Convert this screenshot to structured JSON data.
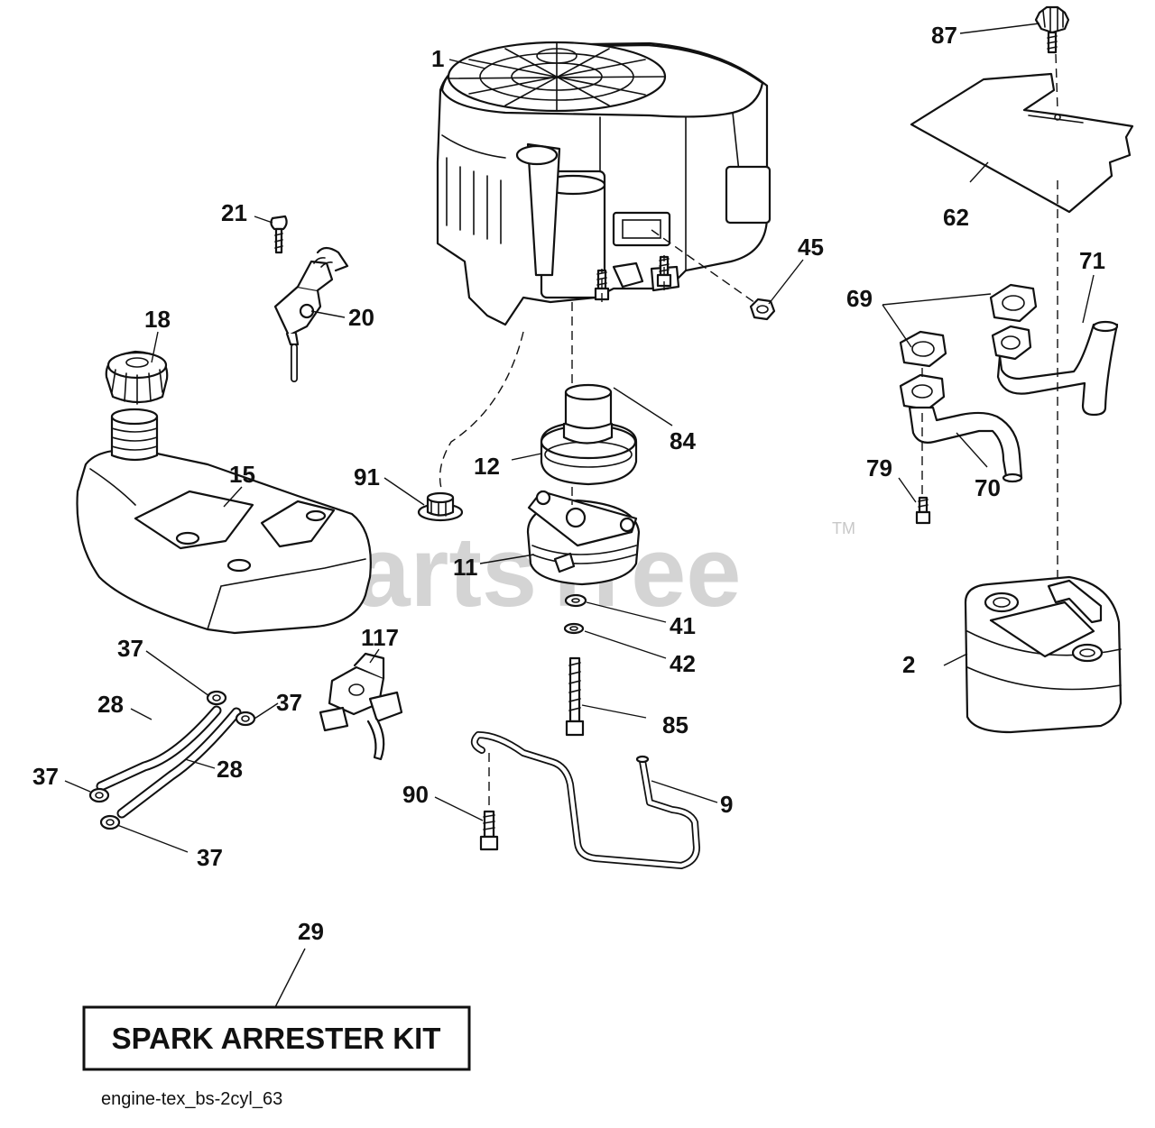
{
  "watermark": "PartsTree",
  "watermark_mark": "TM",
  "kit_label": "SPARK ARRESTER KIT",
  "caption": "engine-tex_bs-2cyl_63",
  "callouts": [
    {
      "id": "c1",
      "text": "1"
    },
    {
      "id": "c2",
      "text": "2"
    },
    {
      "id": "c9",
      "text": "9"
    },
    {
      "id": "c11",
      "text": "11"
    },
    {
      "id": "c12",
      "text": "12"
    },
    {
      "id": "c15",
      "text": "15"
    },
    {
      "id": "c18",
      "text": "18"
    },
    {
      "id": "c20",
      "text": "20"
    },
    {
      "id": "c21",
      "text": "21"
    },
    {
      "id": "c28a",
      "text": "28"
    },
    {
      "id": "c28b",
      "text": "28"
    },
    {
      "id": "c29",
      "text": "29"
    },
    {
      "id": "c37a",
      "text": "37"
    },
    {
      "id": "c37b",
      "text": "37"
    },
    {
      "id": "c37c",
      "text": "37"
    },
    {
      "id": "c37d",
      "text": "37"
    },
    {
      "id": "c41",
      "text": "41"
    },
    {
      "id": "c42",
      "text": "42"
    },
    {
      "id": "c45",
      "text": "45"
    },
    {
      "id": "c62",
      "text": "62"
    },
    {
      "id": "c69",
      "text": "69"
    },
    {
      "id": "c70",
      "text": "70"
    },
    {
      "id": "c71",
      "text": "71"
    },
    {
      "id": "c79",
      "text": "79"
    },
    {
      "id": "c84",
      "text": "84"
    },
    {
      "id": "c85",
      "text": "85"
    },
    {
      "id": "c87",
      "text": "87"
    },
    {
      "id": "c90",
      "text": "90"
    },
    {
      "id": "c91",
      "text": "91"
    },
    {
      "id": "c117",
      "text": "117"
    }
  ]
}
